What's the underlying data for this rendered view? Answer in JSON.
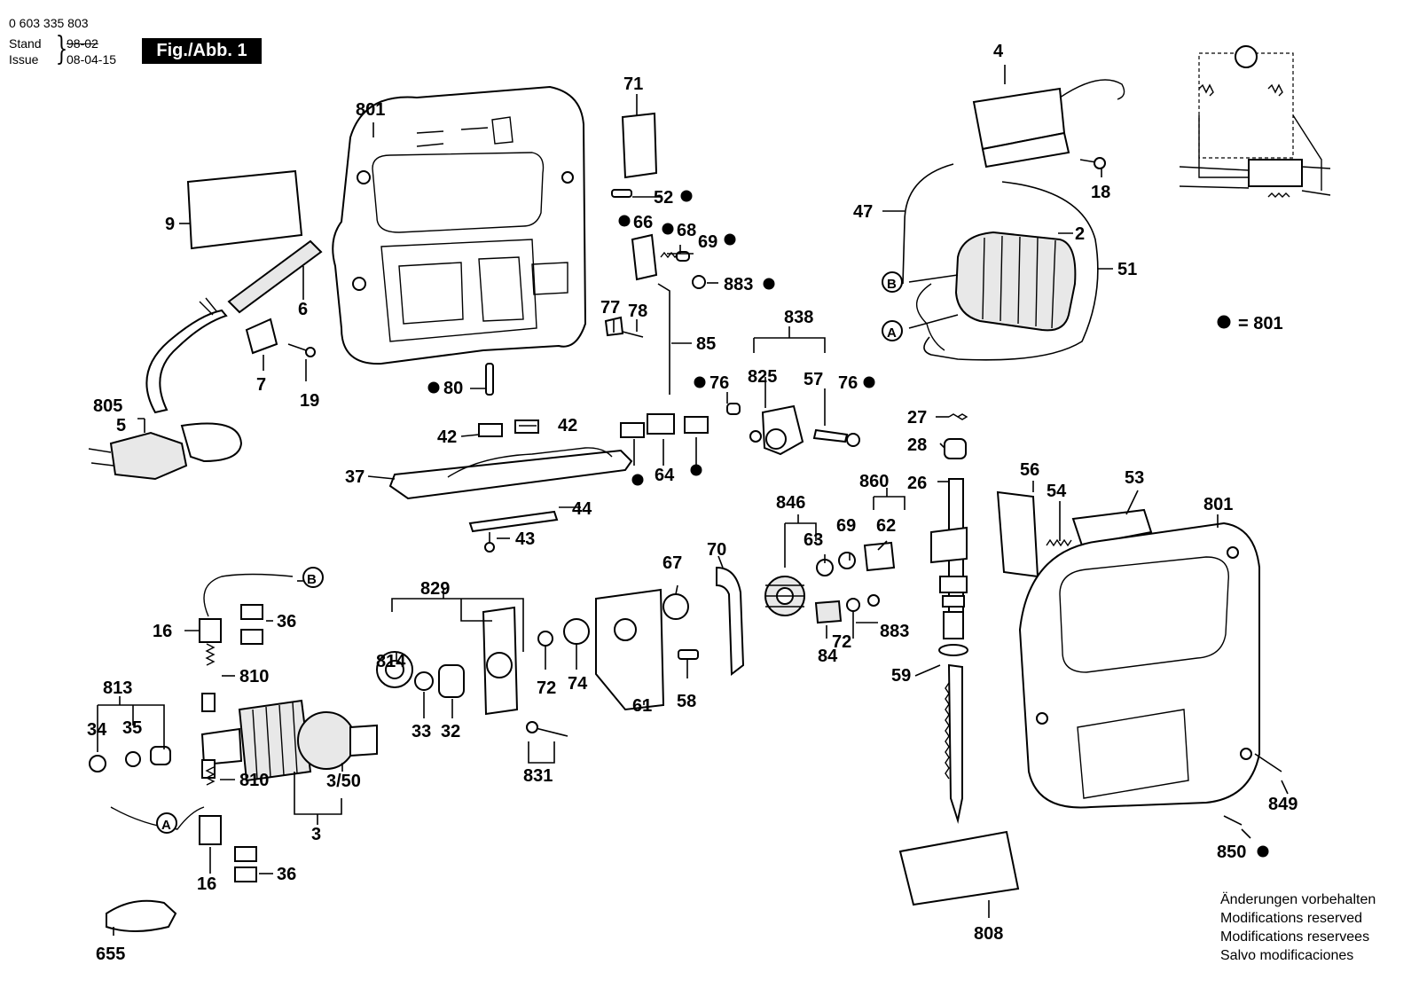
{
  "header": {
    "doc_number": "0 603 335 803",
    "stand_label": "Stand",
    "stand_date": "98-02",
    "issue_label": "Issue",
    "issue_date": "08-04-15",
    "figure_label": "Fig./Abb. 1"
  },
  "legend": {
    "bullet_meaning": "= 801"
  },
  "notes": [
    "Änderungen vorbehalten",
    "Modifications reserved",
    "Modifications reservees",
    "Salvo modificaciones"
  ],
  "parts": {
    "p801a": "801",
    "p801b": "801",
    "p71": "71",
    "p9": "9",
    "p6": "6",
    "p52": "52",
    "p66": "66",
    "p68": "68",
    "p69a": "69",
    "p883a": "883",
    "p77": "77",
    "p78": "78",
    "p85": "85",
    "p7": "7",
    "p19": "19",
    "p80": "80",
    "p805": "805",
    "p5": "5",
    "p42a": "42",
    "p42b": "42",
    "p37": "37",
    "p44": "44",
    "p43": "43",
    "p64": "64",
    "p838": "838",
    "p825": "825",
    "p57": "57",
    "p76a": "76",
    "p76b": "76",
    "p4": "4",
    "p18": "18",
    "p47": "47",
    "p2": "2",
    "p51": "51",
    "pB1": "B",
    "pA1": "A",
    "p27": "27",
    "p28": "28",
    "p26": "26",
    "p860": "860",
    "p846": "846",
    "p63": "63",
    "p69b": "69",
    "p62": "62",
    "p56": "56",
    "p54": "54",
    "p53": "53",
    "p829": "829",
    "p814": "814",
    "p67": "67",
    "p70": "70",
    "p72a": "72",
    "p74": "74",
    "p72b": "72",
    "p883b": "883",
    "p84": "84",
    "p61": "61",
    "p58": "58",
    "p59": "59",
    "pB2": "B",
    "p16a": "16",
    "p36a": "36",
    "p810a": "810",
    "p813": "813",
    "p34": "34",
    "p35": "35",
    "p33": "33",
    "p32": "32",
    "p831": "831",
    "p350": "3/50",
    "p3": "3",
    "p810b": "810",
    "pA2": "A",
    "p16b": "16",
    "p36b": "36",
    "p655": "655",
    "p808": "808",
    "p849": "849",
    "p850": "850"
  }
}
